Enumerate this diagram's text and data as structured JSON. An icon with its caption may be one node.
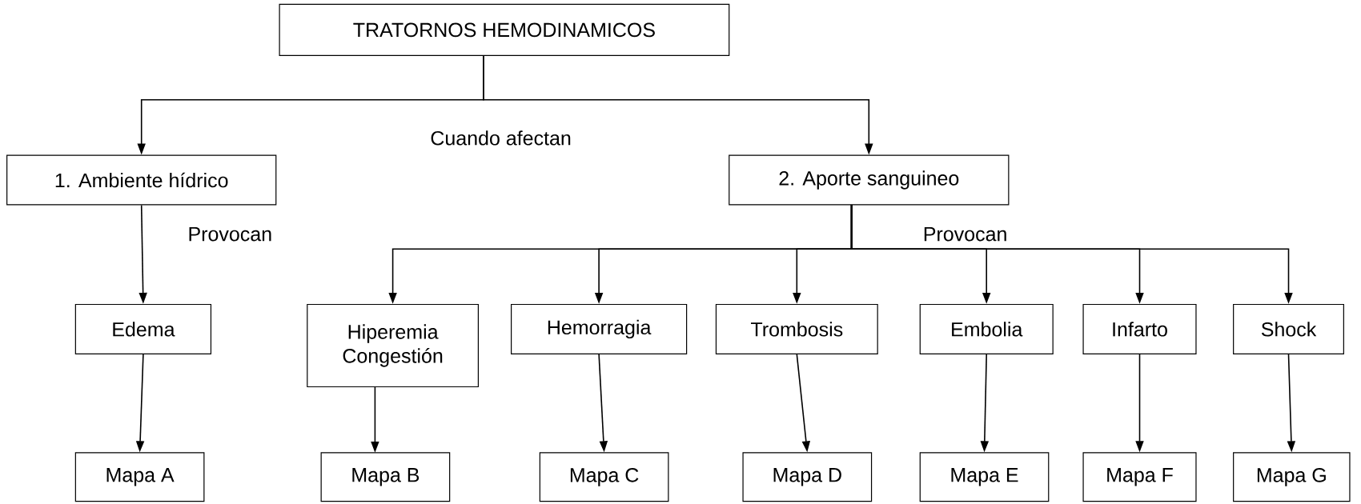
{
  "diagram": {
    "nodes": [
      {
        "text": [
          "TRATORNOS HEMODINAMICOS"
        ]
      },
      {
        "text": [
          "1. Ambiente hídrico"
        ]
      },
      {
        "text": [
          "2. Aporte sanguineo"
        ]
      },
      {
        "text": [
          "Edema"
        ]
      },
      {
        "text": [
          "Hiperemia Congestión"
        ]
      },
      {
        "text": [
          "Hemorragia"
        ]
      },
      {
        "text": [
          "Trombosis"
        ]
      },
      {
        "text": [
          "Embolia"
        ]
      },
      {
        "text": [
          "Infarto"
        ]
      },
      {
        "text": [
          "Shock"
        ]
      },
      {
        "text": [
          "Mapa A"
        ]
      },
      {
        "text": [
          "Mapa B"
        ]
      },
      {
        "text": [
          "Mapa C"
        ]
      },
      {
        "text": [
          "Mapa D"
        ]
      },
      {
        "text": [
          "Mapa E"
        ]
      },
      {
        "text": [
          "Mapa F"
        ]
      },
      {
        "text": [
          "Mapa G"
        ]
      }
    ],
    "edges": [
      {
        "from": 0,
        "to": 1,
        "arrow": "to"
      },
      {
        "from": 0,
        "to": 2,
        "arrow": "to"
      },
      {
        "from": 1,
        "to": 3,
        "arrow": "to"
      },
      {
        "from": 2,
        "to": 4,
        "arrow": "to"
      },
      {
        "from": 2,
        "to": 5,
        "arrow": "to"
      },
      {
        "from": 2,
        "to": 6,
        "arrow": "to"
      },
      {
        "from": 2,
        "to": 7,
        "arrow": "to"
      },
      {
        "from": 2,
        "to": 8,
        "arrow": "to"
      },
      {
        "from": 2,
        "to": 9,
        "arrow": "to"
      },
      {
        "from": 3,
        "to": 10,
        "arrow": "to"
      },
      {
        "from": 4,
        "to": 11,
        "arrow": "to"
      },
      {
        "from": 5,
        "to": 12,
        "arrow": "to"
      },
      {
        "from": 6,
        "to": 13,
        "arrow": "to"
      },
      {
        "from": 7,
        "to": 14,
        "arrow": "to"
      },
      {
        "from": 8,
        "to": 15,
        "arrow": "to"
      },
      {
        "from": 9,
        "to": 16,
        "arrow": "to"
      }
    ],
    "labels": [
      "Cuando afectan",
      "Provocan",
      "Provocan"
    ]
  }
}
